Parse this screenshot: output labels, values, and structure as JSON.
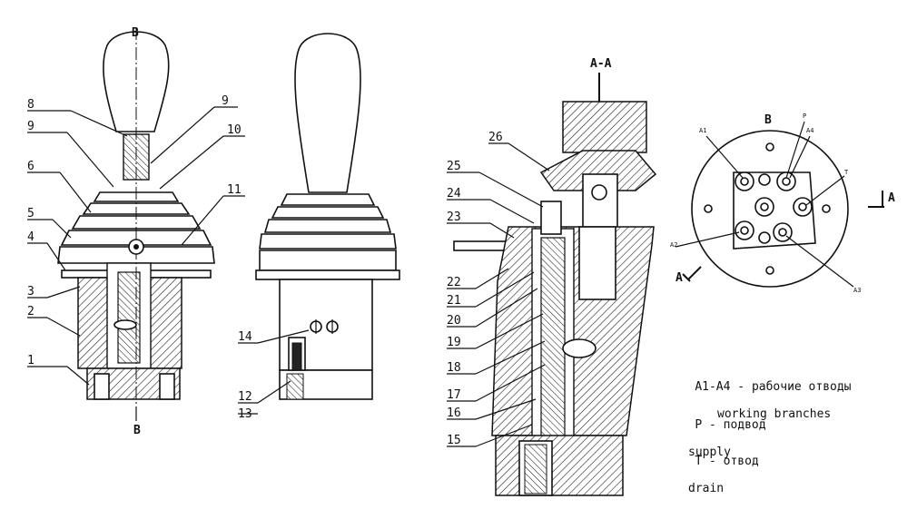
{
  "callouts_left": [
    "8",
    "9",
    "6",
    "5",
    "4",
    "3",
    "2",
    "1"
  ],
  "callouts_top_right": [
    "9",
    "10",
    "11"
  ],
  "callouts_middle": [
    "14",
    "12",
    "13"
  ],
  "callouts_section": [
    "26",
    "25",
    "24",
    "23",
    "22",
    "21",
    "20",
    "19",
    "18",
    "17",
    "16",
    "15"
  ],
  "section_title": "A-A",
  "axis_label_top": "B",
  "axis_label_bottom": "B",
  "port_view_title": "B",
  "port_labels": [
    "A1",
    "P",
    "A4",
    "T",
    "A2",
    "A3"
  ],
  "section_marks": [
    "A",
    "A"
  ],
  "legend": [
    {
      "key": "A1-A4",
      "sep": " - ",
      "text_ru": "рабочие отводы",
      "text_en": "working branches"
    },
    {
      "key": "P",
      "sep": " - ",
      "text_ru": "подвод",
      "text_en": "supply"
    },
    {
      "key": "T",
      "sep": " - ",
      "text_ru": "отвод",
      "text_en": "drain"
    }
  ]
}
